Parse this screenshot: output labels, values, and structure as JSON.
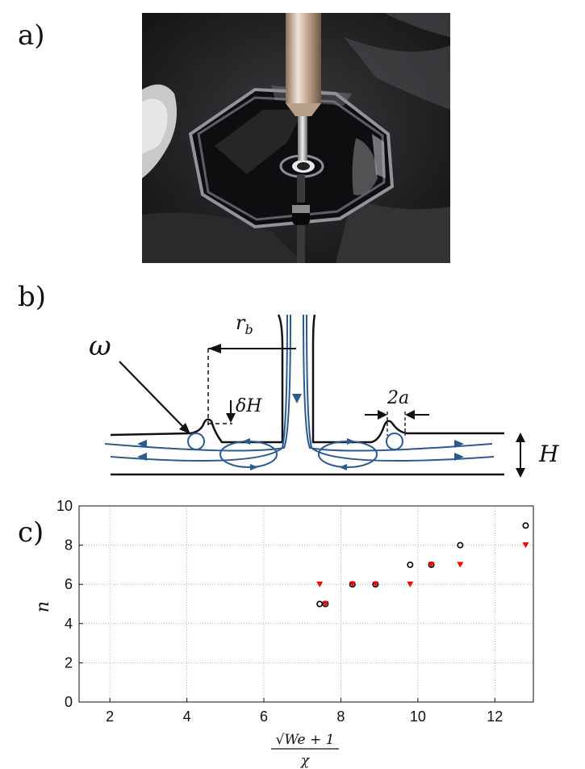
{
  "figure": {
    "panel_a_label": "a)",
    "panel_b_label": "b)",
    "panel_c_label": "c)"
  },
  "diagram": {
    "omega_label": "ω",
    "rb_label": "r",
    "rb_sub": "b",
    "dh_label": "δH",
    "two_a_label": "2a",
    "H_label": "H",
    "colors": {
      "stroke": "#111111",
      "flow": "#2c5a8e"
    }
  },
  "chart_data": {
    "type": "scatter",
    "xlabel_numerator": "√We + 1",
    "xlabel_denominator": "χ",
    "ylabel": "n",
    "xlim": [
      1.2,
      13.0
    ],
    "ylim": [
      0,
      10
    ],
    "xticks": [
      2,
      4,
      6,
      8,
      10,
      12
    ],
    "yticks": [
      0,
      2,
      4,
      6,
      8,
      10
    ],
    "grid": true,
    "series": [
      {
        "marker": "circle",
        "color": "#000000",
        "x": [
          7.45,
          7.6,
          8.3,
          8.9,
          9.8,
          10.35,
          11.1,
          12.8
        ],
        "y": [
          5,
          5,
          6,
          6,
          7,
          7,
          8,
          9
        ]
      },
      {
        "marker": "triangle-down",
        "color": "#ff0000",
        "x": [
          7.45,
          7.6,
          8.3,
          8.9,
          9.8,
          10.35,
          11.1,
          12.8
        ],
        "y": [
          6,
          5,
          6,
          6,
          6,
          7,
          7,
          8
        ]
      }
    ]
  }
}
